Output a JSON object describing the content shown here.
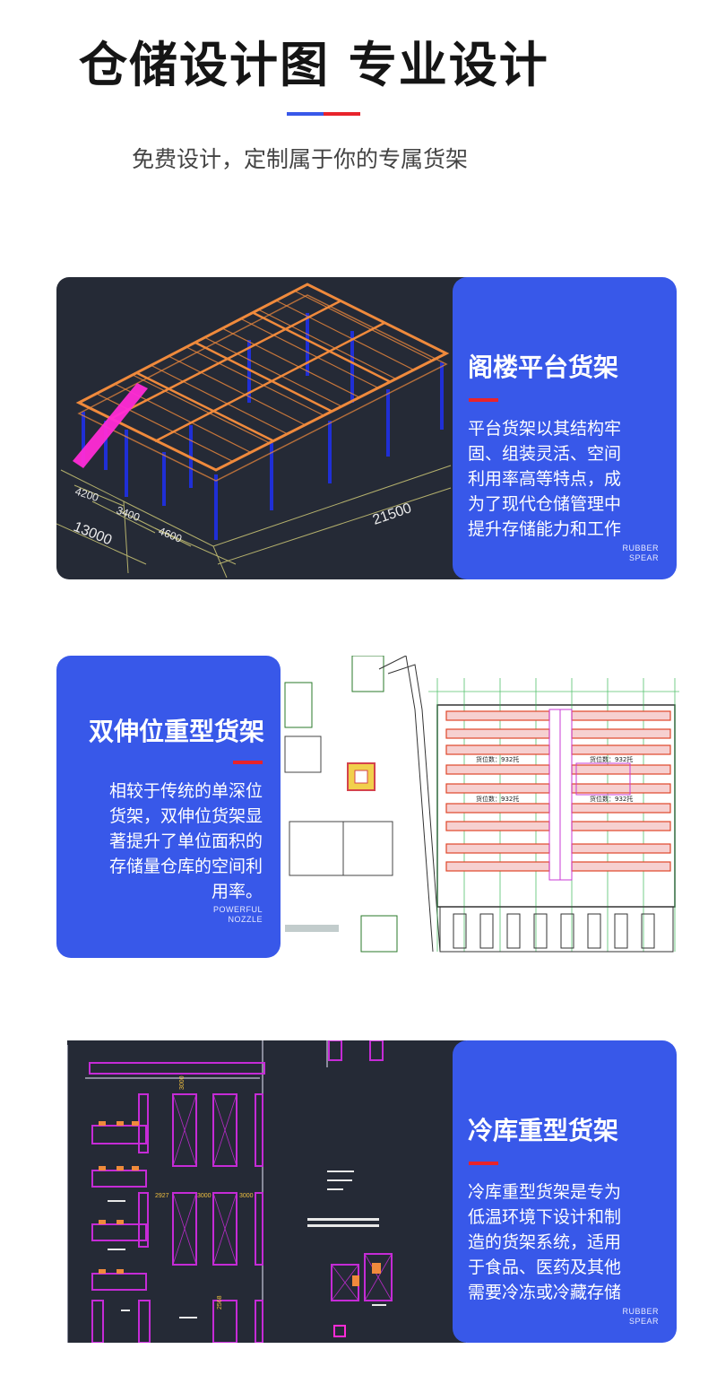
{
  "header": {
    "title": "仓储设计图 专业设计",
    "subtitle": "免费设计，定制属于你的专属货架"
  },
  "colors": {
    "accent_blue": "#3858e9",
    "accent_red": "#e8232b",
    "cad_background": "#252a36",
    "mezzanine_orange": "#f08a3c",
    "column_blue": "#1f2fd6",
    "stair_magenta": "#ff2bd6",
    "rack_purple": "#7a2fd1"
  },
  "cards": [
    {
      "title": "阁楼平台货架",
      "lines": [
        "平台货架以其结构牢",
        "固、组装灵活、空间",
        "利用率高等特点，成",
        "为了现代仓储管理中",
        "提升存储能力和工作"
      ],
      "tag": [
        "RUBBER",
        "SPEAR"
      ]
    },
    {
      "title": "双伸位重型货架",
      "lines": [
        "相较于传统的单深位",
        "货架，双伸位货架显",
        "著提升了单位面积的",
        "存储量仓库的空间利",
        "用率。"
      ],
      "tag": [
        "POWERFUL",
        "NOZZLE"
      ]
    },
    {
      "title": "冷库重型货架",
      "lines": [
        "冷库重型货架是专为",
        "低温环境下设计和制",
        "造的货架系统，适用",
        "于食品、医药及其他",
        "需要冷冻或冷藏存储"
      ],
      "tag": [
        "RUBBER",
        "SPEAR"
      ]
    }
  ],
  "drawings": {
    "mezzanine_dimensions": [
      "4200",
      "3400",
      "4600",
      "13000",
      "21500"
    ],
    "double_deep_labels": [
      "货位数：932托",
      "货位数：932托",
      "货位数：932托",
      "货位数：932托"
    ],
    "cold_storage_dimensions": [
      "3000",
      "2927",
      "3000",
      "3000",
      "2568"
    ]
  }
}
